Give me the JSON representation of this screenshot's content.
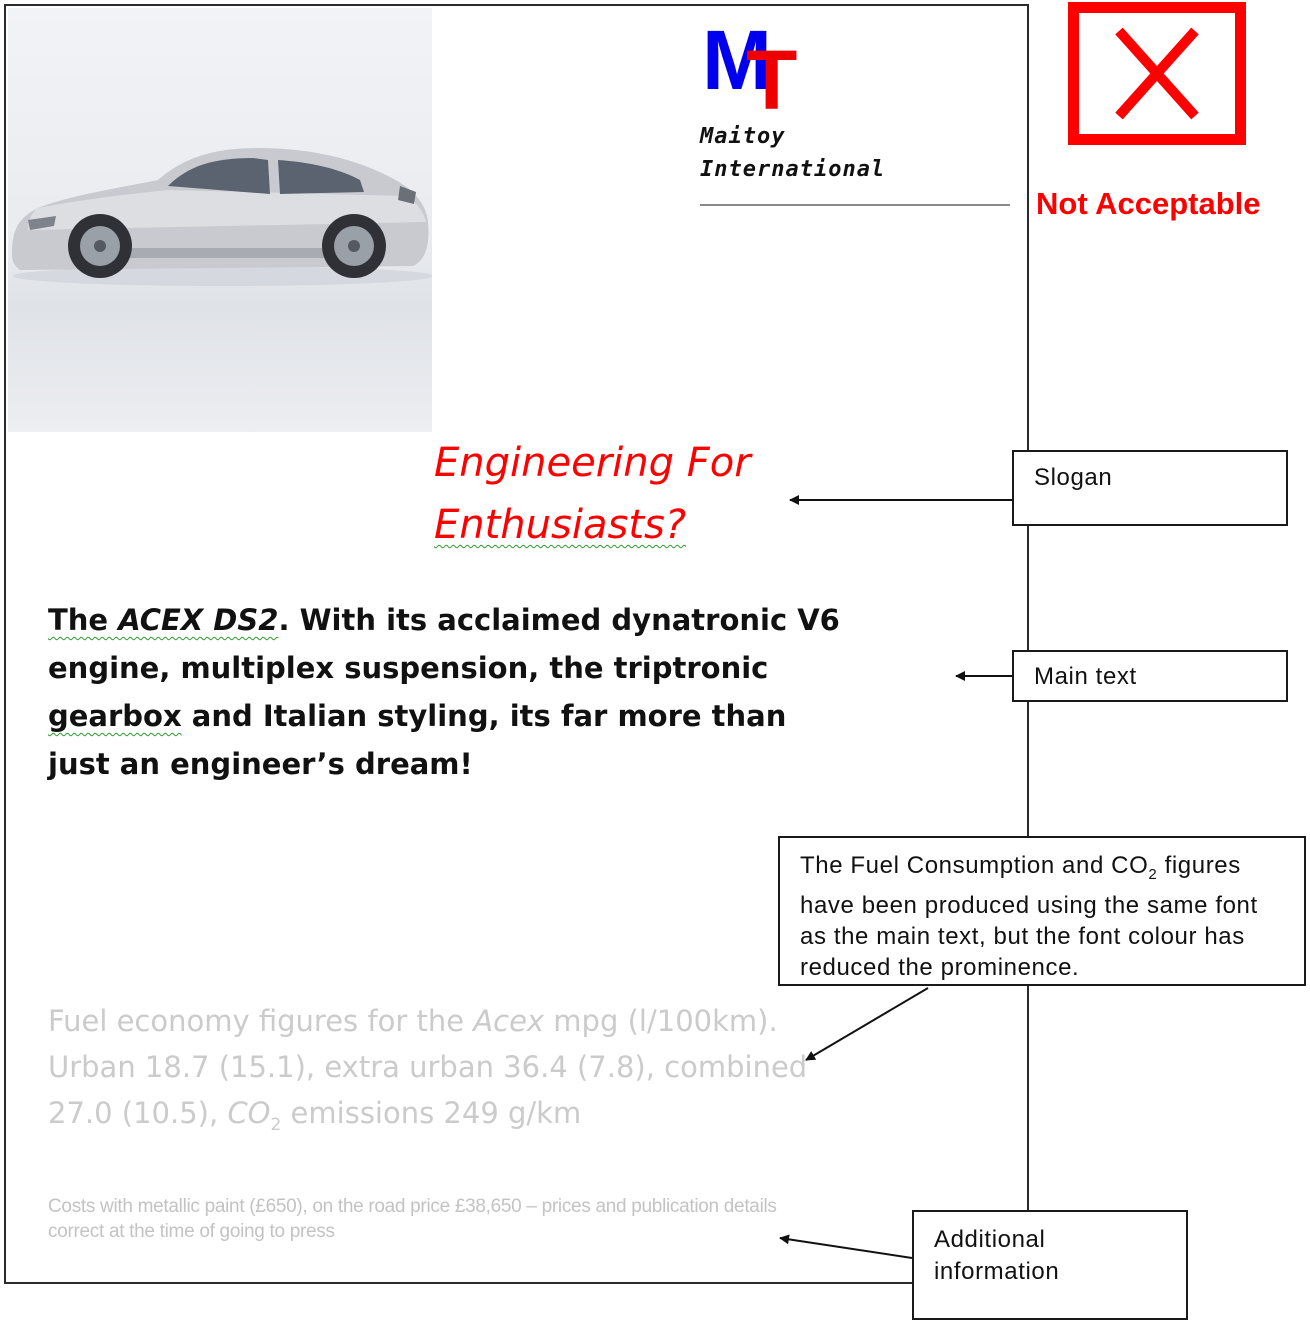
{
  "advert": {
    "logo": {
      "letter_m": "M",
      "letter_t": "T",
      "name": "Maitoy\nInternational",
      "m_color": "#0000ee",
      "t_color": "#ee0000"
    },
    "car_image": {
      "alt": "silver sports car"
    },
    "slogan": {
      "line1": "Engineering For",
      "line2": "Enthusiasts?",
      "color": "#ff0000"
    },
    "main_text": {
      "lead": "The ",
      "model": "ACEX DS2",
      "body": ".  With its acclaimed dynatronic V6 engine, multiplex suspension, the triptronic ",
      "gearbox": "gearbox",
      "tail": " and Italian styling, its far more than just an engineer’s dream!"
    },
    "fuel_text": {
      "part1": "Fuel economy figures for the ",
      "acex": "Acex",
      "part2": " mpg (l/100km). Urban 18.7 (15.1), extra urban 36.4 (7.8), combined 27.0 (10.5), ",
      "co": "CO",
      "sub": "2",
      "part3": " emissions 249 g/km",
      "color": "#cbcbcb"
    },
    "costs_text": "Costs with metallic paint (£650), on the road price £38,650 – prices and publication details correct at the time of going to press"
  },
  "verdict": {
    "label": "Not Acceptable",
    "icon": "cross-icon",
    "color": "#ff0000"
  },
  "callouts": {
    "slogan": "Slogan",
    "main_text": "Main text",
    "fuel": {
      "part1": "The Fuel Consumption and CO",
      "sub": "2",
      "part2": " figures have been produced using the same font as the main text, but the font colour has reduced the prominence."
    },
    "additional": {
      "line1": "Additional",
      "line2": "information"
    }
  }
}
